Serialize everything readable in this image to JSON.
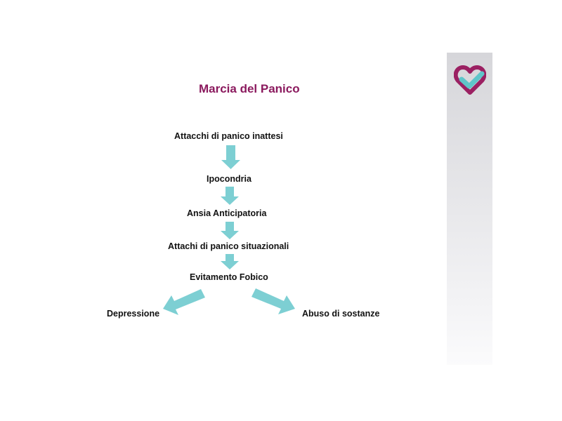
{
  "title": "Marcia del Panico",
  "steps": [
    "Attacchi di panico inattesi",
    "Ipocondria",
    "Ansia Anticipatoria",
    "Attachi di panico situazionali",
    "Evitamento Fobico"
  ],
  "branches": {
    "left": "Depressione",
    "right": "Abuso di sostanze"
  },
  "colors": {
    "title": "#8b1a5e",
    "arrow": "#7dcfd3",
    "logo_heart": "#9b2062",
    "logo_check": "#5fc5c9"
  },
  "logo_icon": "heart-check-logo"
}
